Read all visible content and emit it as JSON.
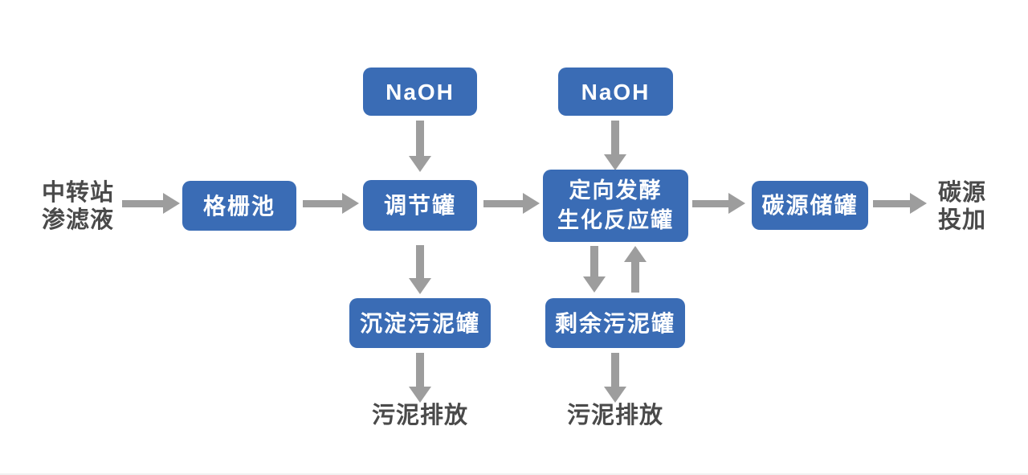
{
  "colors": {
    "box_fill": "#3a6cb5",
    "arrow": "#9d9d9d",
    "text_dark": "#4a4a4a",
    "box_text": "#ffffff"
  },
  "nodes": {
    "source": "中转站\n渗滤液",
    "grid_pool": "格栅池",
    "naoh_1": "NaOH",
    "regulation_tank": "调节罐",
    "naoh_2": "NaOH",
    "fermentation_tank": "定向发酵\n生化反应罐",
    "carbon_storage_tank": "碳源储罐",
    "carbon_dosing": "碳源\n投加",
    "sediment_sludge_tank": "沉淀污泥罐",
    "excess_sludge_tank": "剩余污泥罐",
    "sludge_discharge_1": "污泥排放",
    "sludge_discharge_2": "污泥排放"
  },
  "edges": [
    {
      "from": "source",
      "to": "grid_pool",
      "direction": "right"
    },
    {
      "from": "grid_pool",
      "to": "regulation_tank",
      "direction": "right"
    },
    {
      "from": "naoh_1",
      "to": "regulation_tank",
      "direction": "down"
    },
    {
      "from": "regulation_tank",
      "to": "fermentation_tank",
      "direction": "right"
    },
    {
      "from": "naoh_2",
      "to": "fermentation_tank",
      "direction": "down"
    },
    {
      "from": "fermentation_tank",
      "to": "carbon_storage_tank",
      "direction": "right"
    },
    {
      "from": "carbon_storage_tank",
      "to": "carbon_dosing",
      "direction": "right"
    },
    {
      "from": "regulation_tank",
      "to": "sediment_sludge_tank",
      "direction": "down"
    },
    {
      "from": "sediment_sludge_tank",
      "to": "sludge_discharge_1",
      "direction": "down"
    },
    {
      "from": "fermentation_tank",
      "to": "excess_sludge_tank",
      "direction": "down"
    },
    {
      "from": "excess_sludge_tank",
      "to": "fermentation_tank",
      "direction": "up"
    },
    {
      "from": "excess_sludge_tank",
      "to": "sludge_discharge_2",
      "direction": "down"
    }
  ]
}
